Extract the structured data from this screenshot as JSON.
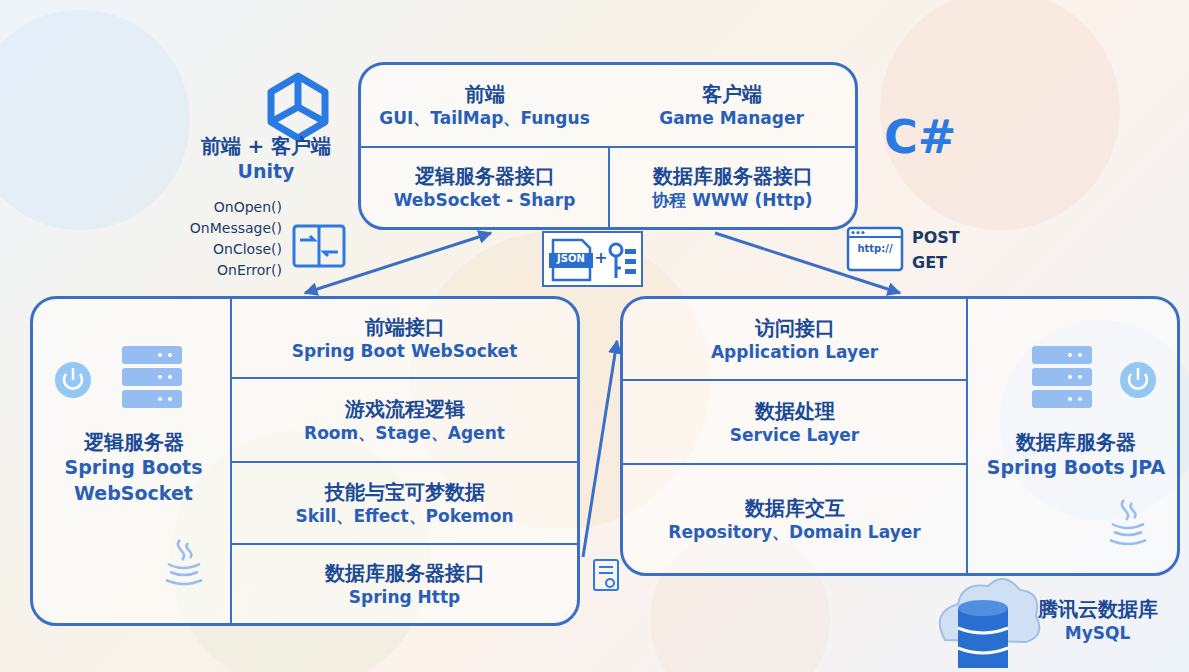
{
  "diagram": {
    "nodes": [
      {
        "text": [
          "前端 + 客户端",
          "Unity"
        ]
      },
      {
        "text": [
          "前端",
          "GUI、TailMap、Fungus"
        ],
        "in": 0
      },
      {
        "text": [
          "客户端",
          "Game Manager"
        ],
        "in": 0
      },
      {
        "text": [
          "逻辑服务器接口",
          "WebSocket - Sharp"
        ],
        "in": 0
      },
      {
        "text": [
          "数据库服务器接口",
          "协程 WWW (Http)"
        ],
        "in": 0
      },
      {
        "text": [
          "逻辑服务器",
          "Spring Boots WebSocket"
        ]
      },
      {
        "text": [
          "前端接口",
          "Spring Boot WebSocket"
        ],
        "in": 5
      },
      {
        "text": [
          "游戏流程逻辑",
          "Room、Stage、Agent"
        ],
        "in": 5
      },
      {
        "text": [
          "技能与宝可梦数据",
          "Skill、Effect、Pokemon"
        ],
        "in": 5
      },
      {
        "text": [
          "数据库服务器接口",
          "Spring Http"
        ],
        "in": 5
      },
      {
        "text": [
          "数据库服务器",
          "Spring Boots JPA"
        ]
      },
      {
        "text": [
          "访问接口",
          "Application Layer"
        ],
        "in": 10
      },
      {
        "text": [
          "数据处理",
          "Service Layer"
        ],
        "in": 10
      },
      {
        "text": [
          "数据库交互",
          "Repository、Domain Layer"
        ],
        "in": 10
      },
      {
        "text": [
          "腾讯云数据库",
          "MySQL"
        ]
      }
    ],
    "edges": [
      {
        "from": 3,
        "to": 6,
        "arrow": "both"
      },
      {
        "from": 4,
        "to": 11,
        "arrow": "to"
      },
      {
        "from": 9,
        "to": 11,
        "arrow": "to"
      }
    ],
    "labels": [
      "C#",
      "OnOpen()",
      "OnMessage()",
      "OnClose()",
      "OnError()",
      "JSON",
      "+",
      "http://",
      "POST",
      "GET"
    ]
  }
}
